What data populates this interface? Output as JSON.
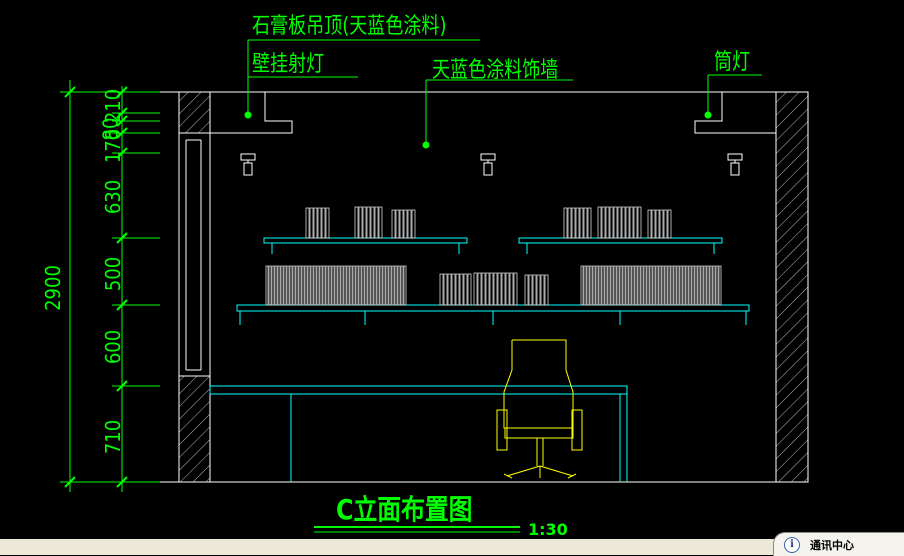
{
  "labels": {
    "ceiling": "石膏板吊顶(天蓝色涂料)",
    "wall_spotlight": "壁挂射灯",
    "wall_paint": "天蓝色涂料饰墙",
    "downlight": "筒灯"
  },
  "dimensions": {
    "total": "2900",
    "d210": "210",
    "d80": "80",
    "d170": "170",
    "d630": "630",
    "d500": "500",
    "d600": "600",
    "d710": "710"
  },
  "title": "C立面布置图",
  "scale": "1:30",
  "statusbar": {
    "notify_label": "通讯中心",
    "notify_icon": "info-icon"
  },
  "colors": {
    "label": "#00ff00",
    "wall": "#ffffff",
    "furniture": "#00ffff",
    "chair": "#ffff00",
    "books": "#dddddd"
  }
}
